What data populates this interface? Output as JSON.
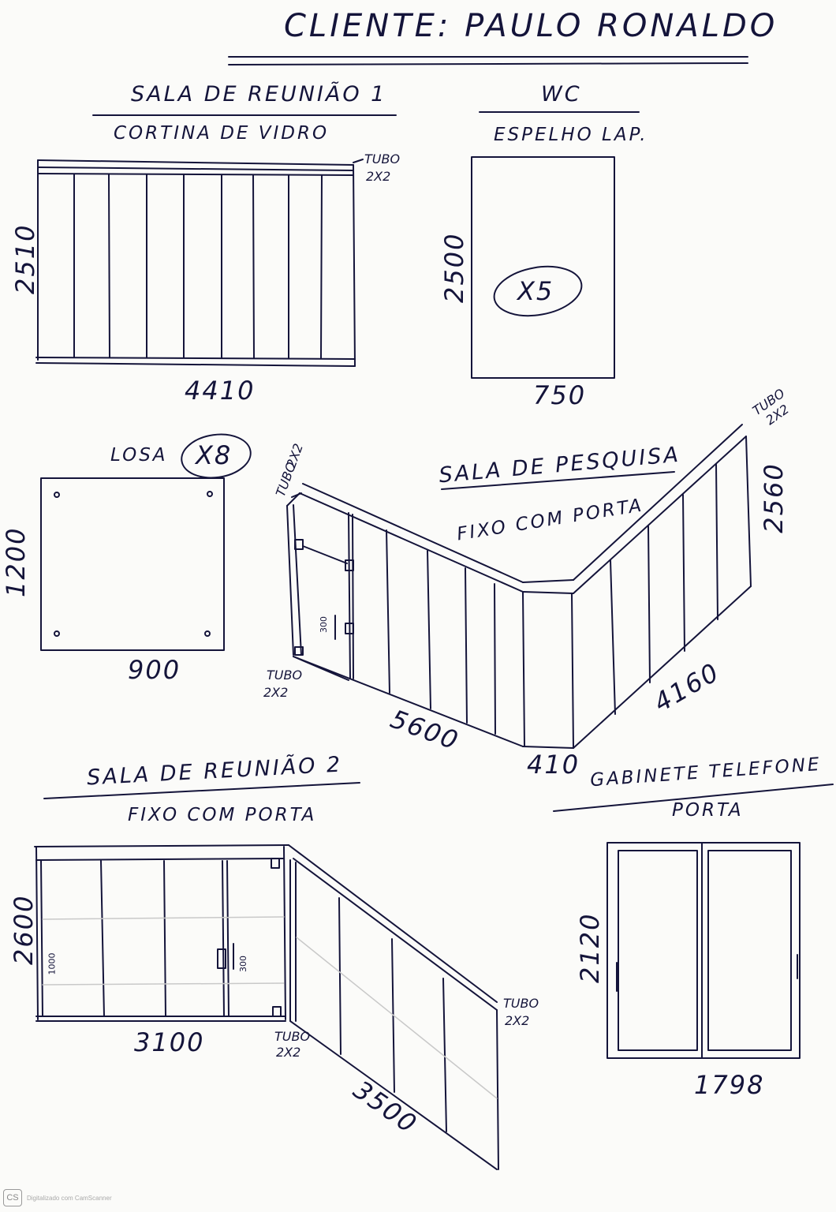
{
  "title": "CLIENTE: PAULO RONALDO",
  "colors": {
    "ink": "#14143a",
    "paper": "#fbfbf9"
  },
  "sections": {
    "sala1": {
      "title": "SALA DE REUNIÃO 1",
      "subtitle": "CORTINA DE VIDRO",
      "height": "2510",
      "width": "4410",
      "tube_label_1": "TUBO",
      "tube_label_2": "2X2"
    },
    "wc": {
      "title": "WC",
      "subtitle": "ESPELHO LAP.",
      "height": "2500",
      "width": "750",
      "quantity": "X5"
    },
    "losa": {
      "title": "LOSA",
      "quantity": "X8",
      "height": "1200",
      "width": "900"
    },
    "pesquisa": {
      "title": "SALA DE PESQUISA",
      "subtitle": "FIXO COM PORTA",
      "tube_top_left_1": "TUBO",
      "tube_top_left_2": "2X2",
      "tube_bottom_1": "TUBO",
      "tube_bottom_2": "2X2",
      "tube_right_1": "TUBO",
      "tube_right_2": "2X2",
      "handle": "300",
      "width_main": "5600",
      "width_corner": "410",
      "width_right": "4160",
      "height": "2560"
    },
    "sala2": {
      "title": "SALA DE REUNIÃO 2",
      "subtitle": "FIXO COM PORTA",
      "height": "2600",
      "inner_height": "1000",
      "handle": "300",
      "width": "3100",
      "width_right": "3500",
      "tube_bottom_1": "TUBO",
      "tube_bottom_2": "2X2",
      "tube_right_1": "TUBO",
      "tube_right_2": "2X2"
    },
    "gabinete": {
      "title": "GABINETE TELEFONE",
      "subtitle": "PORTA",
      "height": "2120",
      "width": "1798"
    }
  },
  "footer": {
    "badge": "CS",
    "text": "Digitalizado com CamScanner"
  }
}
